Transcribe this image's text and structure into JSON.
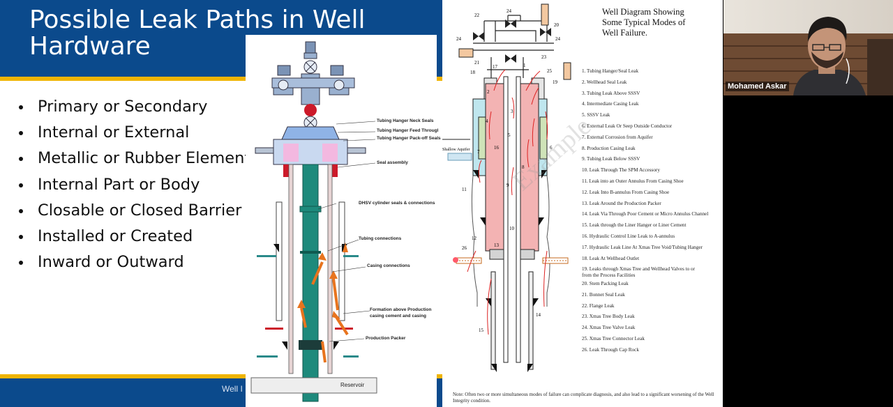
{
  "slide": {
    "title": "Possible Leak Paths in Well Hardware",
    "bullets": [
      "Primary or Secondary",
      "Internal or External",
      "Metallic or Rubber Element",
      "Internal Part or Body",
      "Closable or Closed Barrier",
      "Installed or Created",
      "Inward or Outward"
    ],
    "footer_text": "Well I",
    "colors": {
      "header": "#0b4a8c",
      "accent": "#f0b400"
    }
  },
  "left_diagram": {
    "labels": [
      "Tubing Hanger Neck Seals",
      "Tubing Hanger Feed Througl",
      "Tubing Hanger Pack-off Seals",
      "Seal assembly",
      "DHSV cylinder seals & connections",
      "Tubing connections",
      "Casing connections",
      "Formation above Production",
      "casing cement and casing",
      "Production Packer",
      "Reservoir"
    ]
  },
  "right_diagram": {
    "title": [
      "Well Diagram Showing",
      "Some Typical Modes of",
      "Well Failure."
    ],
    "legend": [
      "1. Tubing Hanger/Seal Leak",
      "2. Wellhead Seal Leak",
      "3. Tubing Leak Above SSSV",
      "4. Intermediate Casing Leak",
      "5. SSSV Leak",
      "6. External Leak Or Seep Outside Conductor",
      "7. External Corrosion from Aquifer",
      "8. Production Casing Leak",
      "9. Tubing Leak Below SSSV",
      "10. Leak Through The SPM Accessory",
      "11. Leak into an Outer Annulus From Casing Shoe",
      "12. Leak Into B-annulus From Casing Shoe",
      "13. Leak Around the Production Packer",
      "14. Leak Via Through Poor Cement or Micro Annulus Channel",
      "15. Leak through the Liner Hanger or Liner Cement",
      "16. Hydraulic Control Line Leak to A-annulus",
      "17. Hydraulic Leak Line At Xmas Tree Void/Tubing Hanger",
      "18. Leak At Wellhead Outlet",
      "19. Leaks through Xmas Tree and Wellhead Valves to or",
      "from the Process Facilities",
      "20. Stem Packing Leak",
      "21. Bonnet Seal Leak",
      "22. Flange Leak",
      "23. Xmas Tree Body Leak",
      "24. Xmas Tree Valve Leak",
      "25. Xmas Tree Connector Leak",
      "26. Leak Through Cap Rock"
    ],
    "aquifer_label": "Shallow Aquifer",
    "watermark": "Example",
    "numbers": [
      "22",
      "24",
      "20",
      "24",
      "24",
      "21",
      "23",
      "18",
      "17",
      "1",
      "25",
      "19",
      "2",
      "3",
      "4",
      "5",
      "16",
      "6",
      "7",
      "8",
      "9",
      "11",
      "10",
      "12",
      "13",
      "26",
      "14",
      "15"
    ],
    "note": "Note: Often two or more simultaneous modes of failure can complicate diagnosis, and also lead to a significant worsening of the Well Integrity condition."
  },
  "video": {
    "participant_name": "Mohamed Askar"
  }
}
